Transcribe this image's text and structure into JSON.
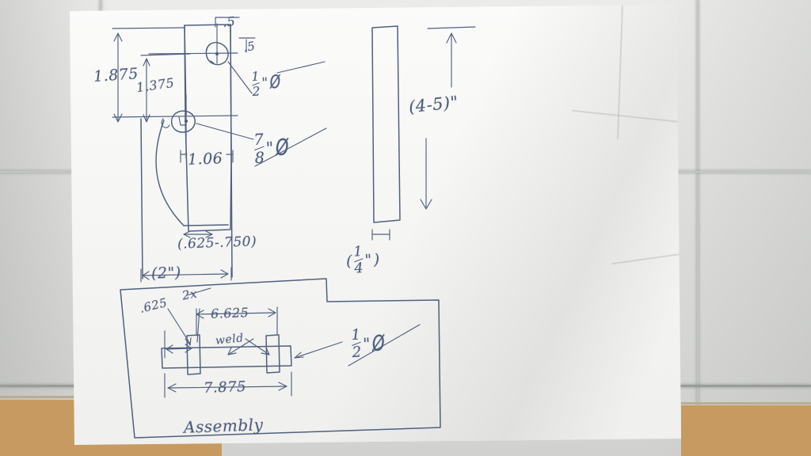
{
  "scene": {
    "description": "Photograph of a hand-drawn engineering sketch on white paper resting against a white tiled wall above a wooden ledge",
    "ink_color": "#4d5c7c",
    "paper_color": "#f7f7f5",
    "wall_color": "#e7e8e6",
    "wood_color": "#c79a62"
  },
  "sketch": {
    "title": "Assembly",
    "views": [
      {
        "name": "front-plate-view",
        "label": "front plate with two holes"
      },
      {
        "name": "side-bar-view",
        "label": "vertical flat bar"
      },
      {
        "name": "assembly-view",
        "label": "welded assembly bottom view"
      }
    ],
    "annotations": {
      "dim_1_875": "1.875",
      "dim_1_375": "1.375",
      "dim_top_05": ".5",
      "dim_right_05": ".5",
      "dim_1_06": "1.06",
      "dim_range_625_750": "(.625-.750)",
      "dim_2in": "(2\")",
      "dim_4_5in": "(4-5)\"",
      "dim_625": ".625",
      "qty_2x": "2x",
      "dim_6_625": "6.625",
      "dim_7_875": "7.875",
      "weld_note": "weld",
      "hole_half": {
        "num": "1",
        "den": "2",
        "unit": "\"",
        "symbol": "Ø"
      },
      "hole_seven_eighths": {
        "num": "7",
        "den": "8",
        "unit": "\"",
        "symbol": "Ø"
      },
      "hole_half_bottom": {
        "num": "1",
        "den": "2",
        "unit": "\"",
        "symbol": "Ø"
      },
      "thickness_quarter": {
        "open": "(",
        "num": "1",
        "den": "4",
        "unit": "\"",
        "close": ")"
      }
    }
  }
}
